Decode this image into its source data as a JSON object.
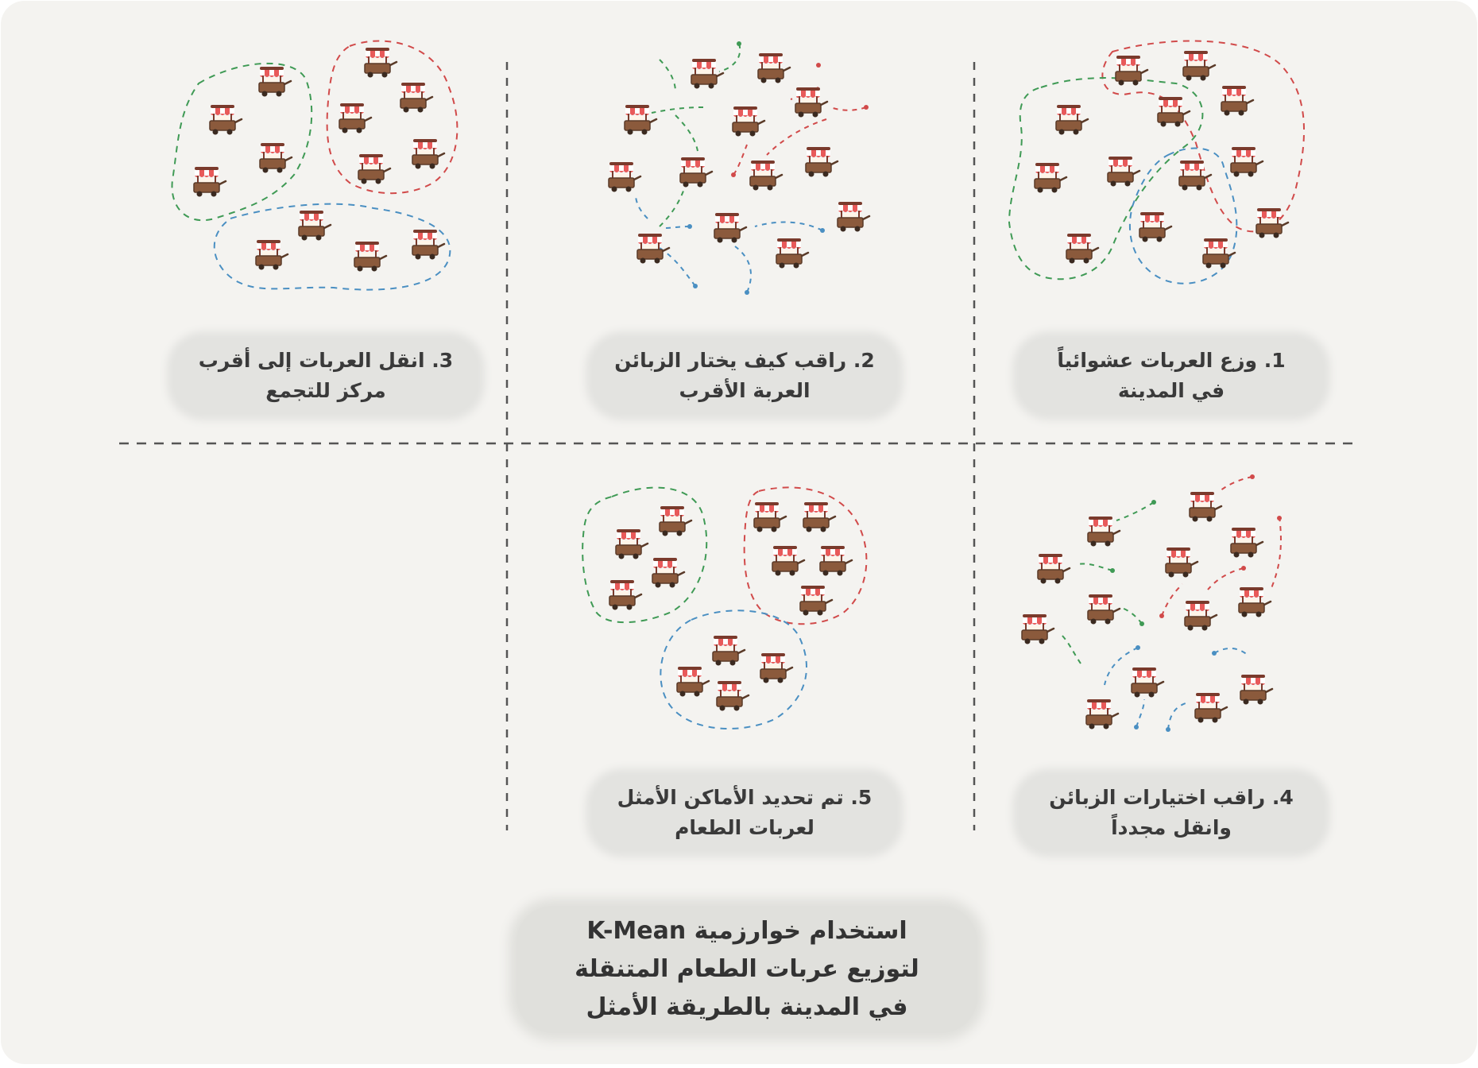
{
  "colors": {
    "background": "#f4f3f0",
    "cluster_green": "#3f9a55",
    "cluster_red": "#d14a4a",
    "cluster_blue": "#4a8fc2",
    "divider": "#555555",
    "label_bubble": "#e3e3e0",
    "text": "#3a3a3a"
  },
  "icons": {
    "food_truck": "food-truck-icon",
    "arrow": "dashed-arrow-icon"
  },
  "steps": [
    {
      "number": "1.",
      "line1": "وزع العربات عشوائياً",
      "line2": "في المدينة"
    },
    {
      "number": "2.",
      "line1": "راقب كيف يختار الزبائن",
      "line2": "العربة الأقرب"
    },
    {
      "number": "3.",
      "line1": "انقل العربات إلى أقرب",
      "line2": "مركز للتجمع"
    },
    {
      "number": "4.",
      "line1": "راقب اختيارات الزبائن",
      "line2": "وانقل مجدداً"
    },
    {
      "number": "5.",
      "line1": "تم تحديد الأماكن الأمثل",
      "line2": "لعربات الطعام"
    }
  ],
  "title": {
    "line1": "استخدام خوارزمية K-Mean",
    "line2": "لتوزيع عربات الطعام المتنقلة",
    "line3": "في المدينة بالطريقة الأمثل"
  }
}
